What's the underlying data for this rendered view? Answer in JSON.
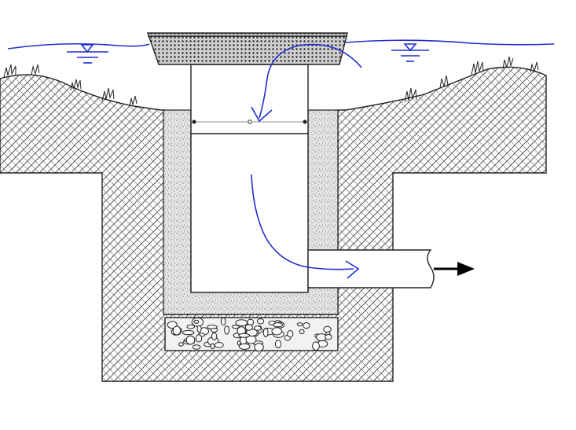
{
  "diagram": {
    "kind": "catch-basin-cross-section",
    "labels": [],
    "colors": {
      "background": "#ffffff",
      "outline": "#1a1a1a",
      "soil_hatch": "#3a3a3a",
      "sand_fill": "#d9d9d9",
      "water_line": "#1f2fd0",
      "flow_arrow_outlet": "#000000"
    },
    "icons": [
      "water-level-symbol",
      "flow-arrow",
      "outlet-arrow"
    ]
  }
}
